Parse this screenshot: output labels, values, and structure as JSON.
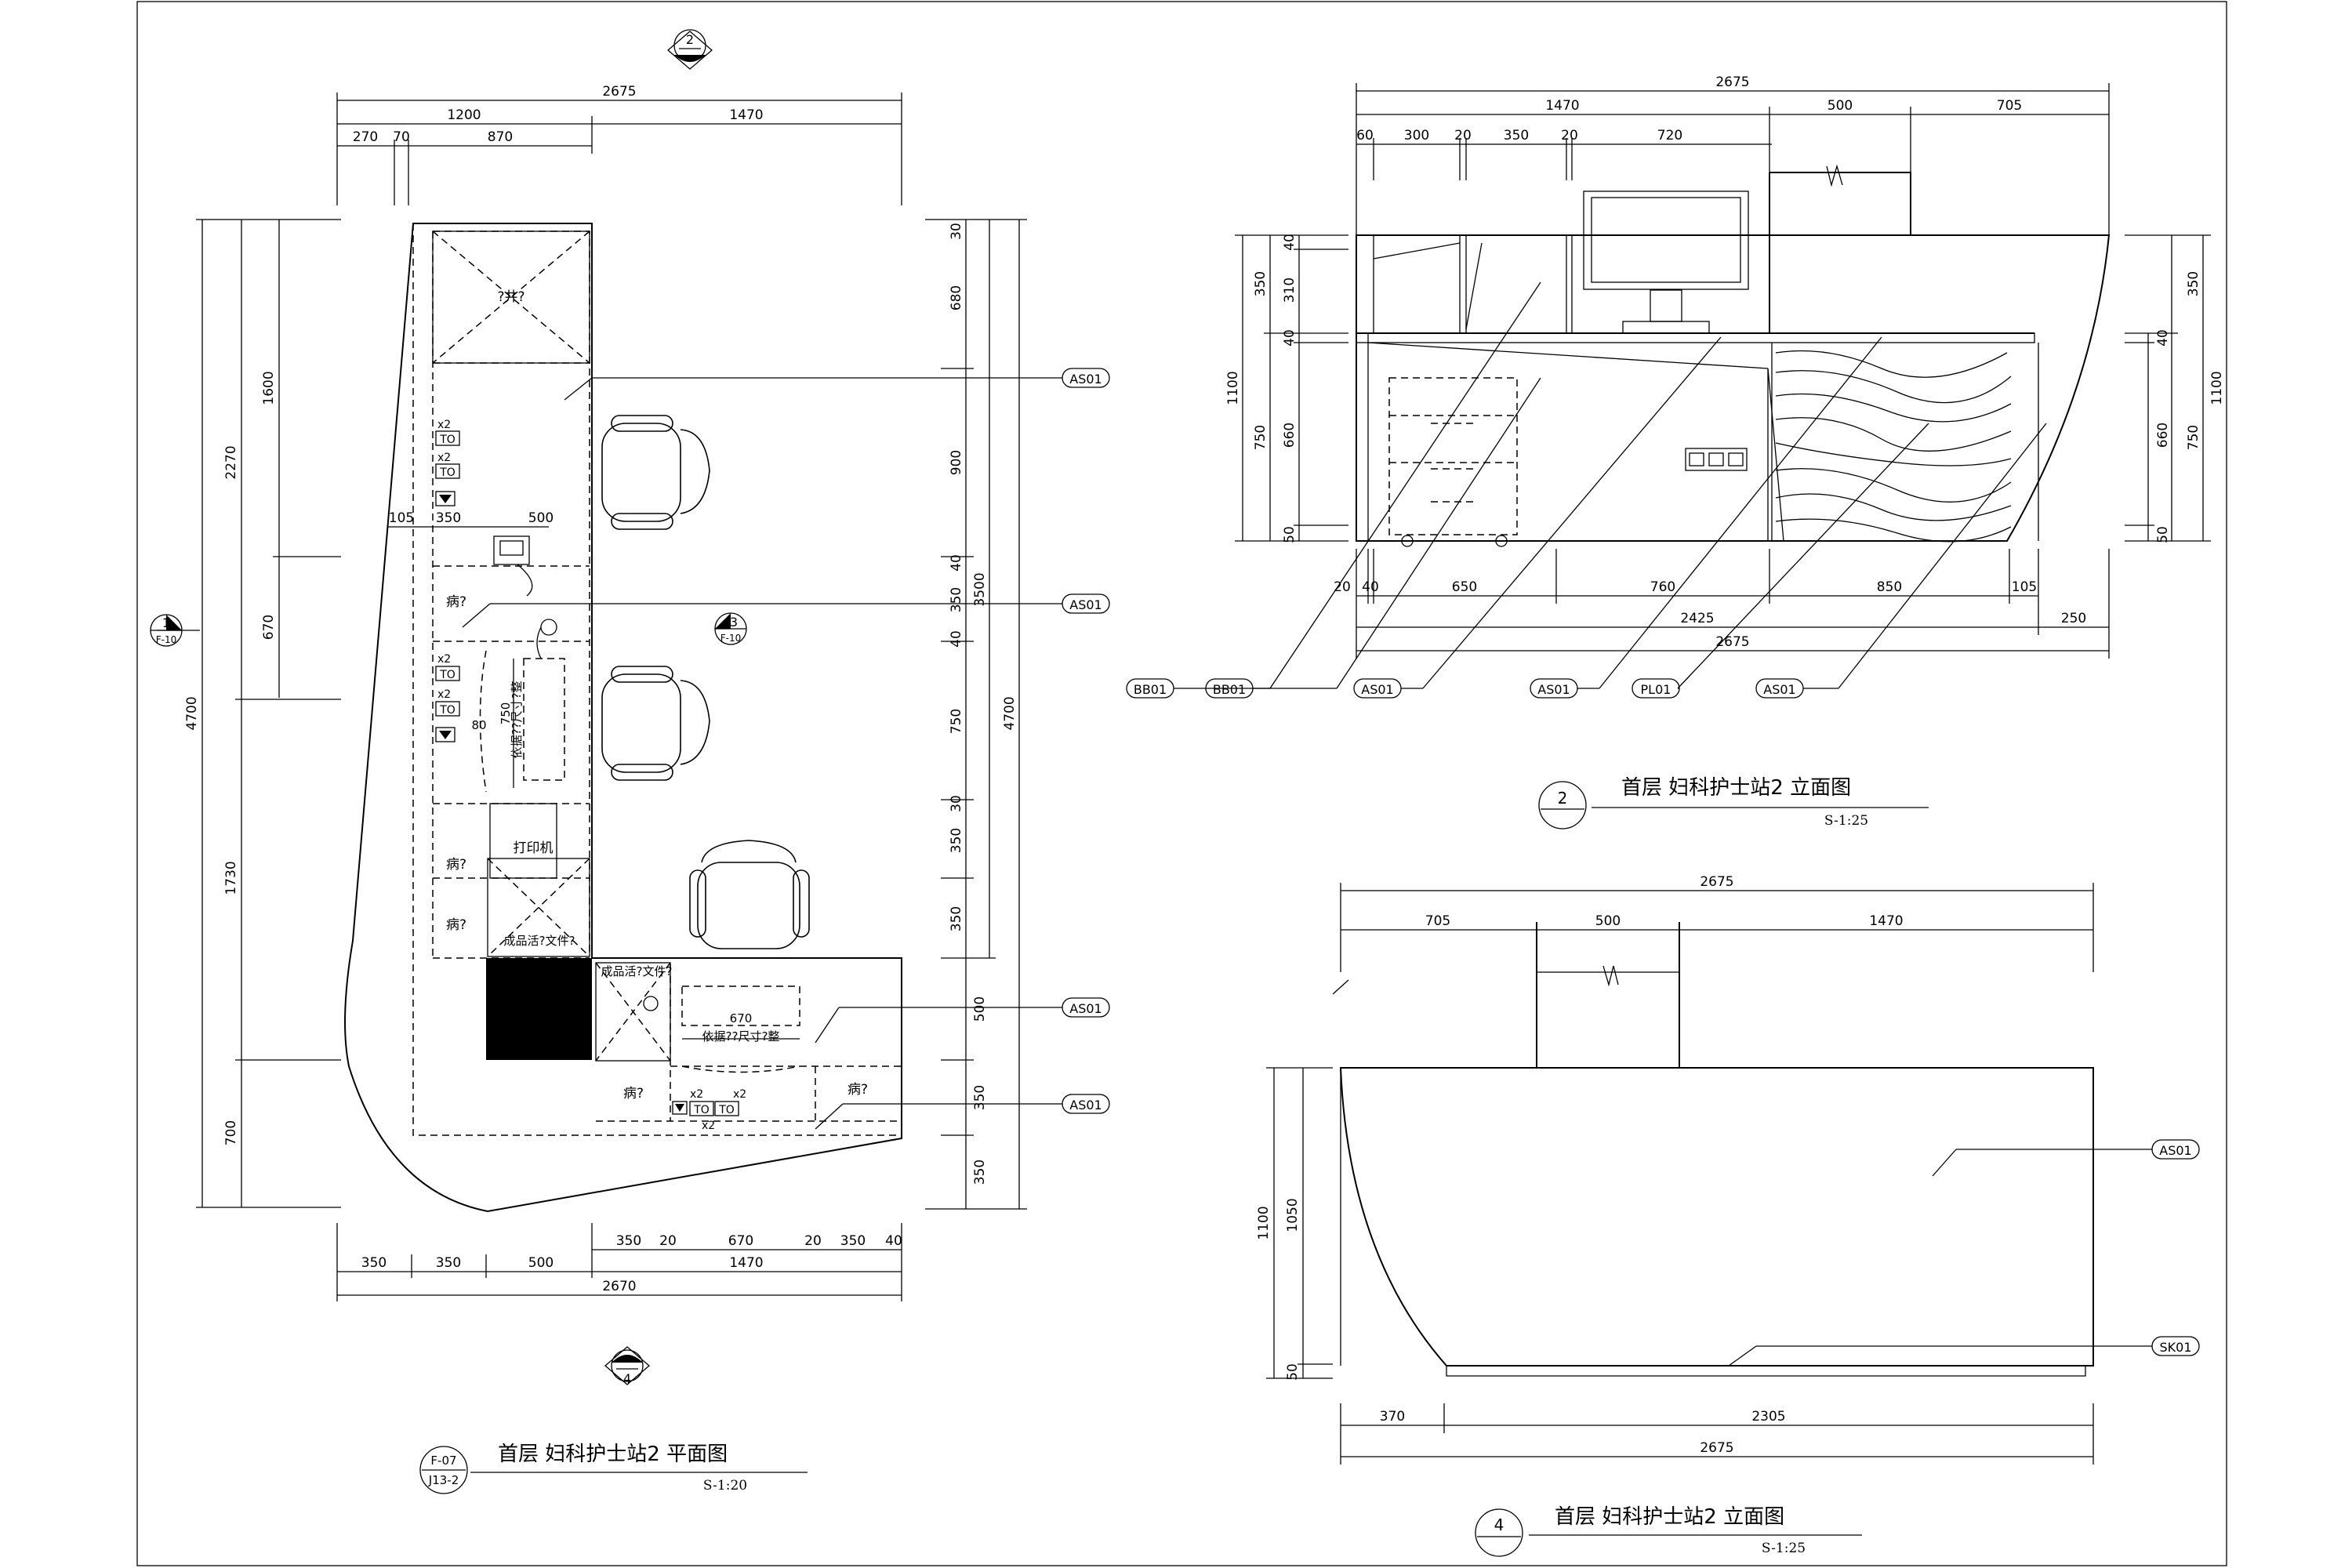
{
  "plan": {
    "title": "首层 妇科护士站2 平面图",
    "scale": "S-1:20",
    "sheet_ref_top": "F-07",
    "sheet_ref_bottom": "J13-2",
    "callout_top": "2",
    "callout_bottom": "4",
    "section_left": {
      "num": "1",
      "sheet": "F-10"
    },
    "section_mid": {
      "num": "3",
      "sheet": "F-10"
    },
    "dims_top_overall": "2675",
    "dims_top_row2": [
      "1200",
      "1470"
    ],
    "dims_top_row3": [
      "270",
      "70",
      "870"
    ],
    "dims_left_outer": "4700",
    "dims_left_mid": [
      "2270",
      "1730",
      "700"
    ],
    "dims_left_inner": [
      "1600",
      "670"
    ],
    "dims_right_inner": [
      "30",
      "680",
      "900",
      "40",
      "350",
      "40",
      "750",
      "30",
      "350",
      "350",
      "500",
      "350",
      "350"
    ],
    "dims_right_mid": "3500",
    "dims_right_outer": "4700",
    "dims_bottom_row1": [
      "350",
      "350",
      "500",
      "350",
      "20",
      "670",
      "20",
      "350",
      "40"
    ],
    "dims_bottom_row2": "1470",
    "dims_bottom_overall": "2670",
    "dim_counter_105": "105",
    "dim_counter_350": "350",
    "dim_counter_500": "500",
    "dim_drawer_750": "750",
    "dim_drawer_670": "670",
    "dim_80": "80",
    "labels": {
      "well": "?井?",
      "sick1": "病?",
      "sick2": "病?",
      "sick3": "病?",
      "sick4": "病?",
      "sick5": "病?",
      "printer": "打印机",
      "drawer1": "成品活?文件?",
      "drawer2": "成品活?文件?",
      "dim_note1": "依据??尺寸?整",
      "dim_note2": "依据??尺寸?整",
      "x2": "x2",
      "to": "TO"
    },
    "tags": [
      "AS01",
      "AS01",
      "AS01",
      "AS01"
    ]
  },
  "elev2": {
    "title": "首层 妇科护士站2 立面图",
    "scale": "S-1:25",
    "callout": "2",
    "dims_top_overall": "2675",
    "dims_top_row2": [
      "1470",
      "500",
      "705"
    ],
    "dims_top_row3": [
      "60",
      "300",
      "20",
      "350",
      "20",
      "720"
    ],
    "dims_left_outer": "1100",
    "dims_left_mid": [
      "350",
      "750"
    ],
    "dims_left_inner": [
      "40",
      "310",
      "40",
      "660",
      "50"
    ],
    "dims_right_outer": "1100",
    "dims_right_mid": [
      "350",
      "750"
    ],
    "dims_right_inner": [
      "40",
      "660",
      "50"
    ],
    "dims_bottom_row1": [
      "20",
      "40",
      "650",
      "760",
      "850",
      "105"
    ],
    "dims_bottom_row2": [
      "2425",
      "250"
    ],
    "dims_bottom_overall": "2675",
    "tags": [
      "BB01",
      "BB01",
      "AS01",
      "AS01",
      "PL01",
      "AS01"
    ]
  },
  "elev4": {
    "title": "首层 妇科护士站2 立面图",
    "scale": "S-1:25",
    "callout": "4",
    "dims_top_overall": "2675",
    "dims_top_row2": [
      "705",
      "500",
      "1470"
    ],
    "dims_left_outer": "1100",
    "dims_left_inner": [
      "1050",
      "50"
    ],
    "dims_bottom_row1": [
      "370",
      "2305"
    ],
    "dims_bottom_overall": "2675",
    "tags": [
      "AS01",
      "SK01"
    ]
  }
}
